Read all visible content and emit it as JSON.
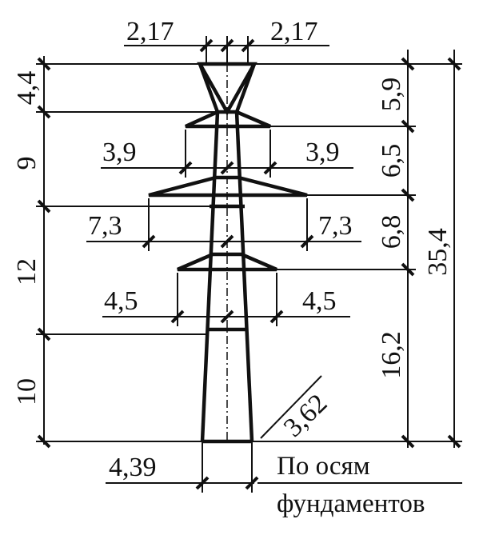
{
  "dimensions": {
    "top_half_width_left": "2,17",
    "top_half_width_right": "2,17",
    "upper_crossarm_left": "3,9",
    "upper_crossarm_right": "3,9",
    "middle_crossarm_left": "7,3",
    "middle_crossarm_right": "7,3",
    "lower_crossarm_left": "4,5",
    "lower_crossarm_right": "4,5",
    "left_height_top": "4,4",
    "left_height_second": "9",
    "left_height_third": "12",
    "left_height_bottom": "10",
    "right_height_top": "5,9",
    "right_height_second": "6,5",
    "right_height_third": "6,8",
    "right_height_bottom": "16,2",
    "total_height": "35,4",
    "base_width": "4,39",
    "base_diagonal": "3,62"
  },
  "caption": {
    "line1": "По осям",
    "line2": "фундаментов"
  }
}
